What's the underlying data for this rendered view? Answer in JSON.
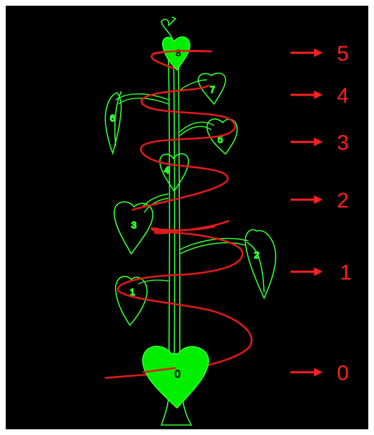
{
  "colors": {
    "background": "#000000",
    "frame": "#ffffff",
    "plant_outline": "#33ff33",
    "plant_fill": "#00ee00",
    "spiral": "#e01b1b",
    "arrow": "#ff2020",
    "leaf_text": "#ffffff",
    "big_leaf_text": "#000000"
  },
  "leaves": [
    {
      "id": 0,
      "label": "0",
      "filled": true
    },
    {
      "id": 1,
      "label": "1",
      "filled": false
    },
    {
      "id": 2,
      "label": "2",
      "filled": false
    },
    {
      "id": 3,
      "label": "3",
      "filled": false
    },
    {
      "id": 4,
      "label": "4",
      "filled": false
    },
    {
      "id": 5,
      "label": "5",
      "filled": false
    },
    {
      "id": 6,
      "label": "6",
      "filled": false
    },
    {
      "id": 7,
      "label": "7",
      "filled": false
    },
    {
      "id": 8,
      "label": "8",
      "filled": true
    }
  ],
  "levels": [
    {
      "label": "5"
    },
    {
      "label": "4"
    },
    {
      "label": "3"
    },
    {
      "label": "2"
    },
    {
      "label": "1"
    },
    {
      "label": "0"
    }
  ]
}
